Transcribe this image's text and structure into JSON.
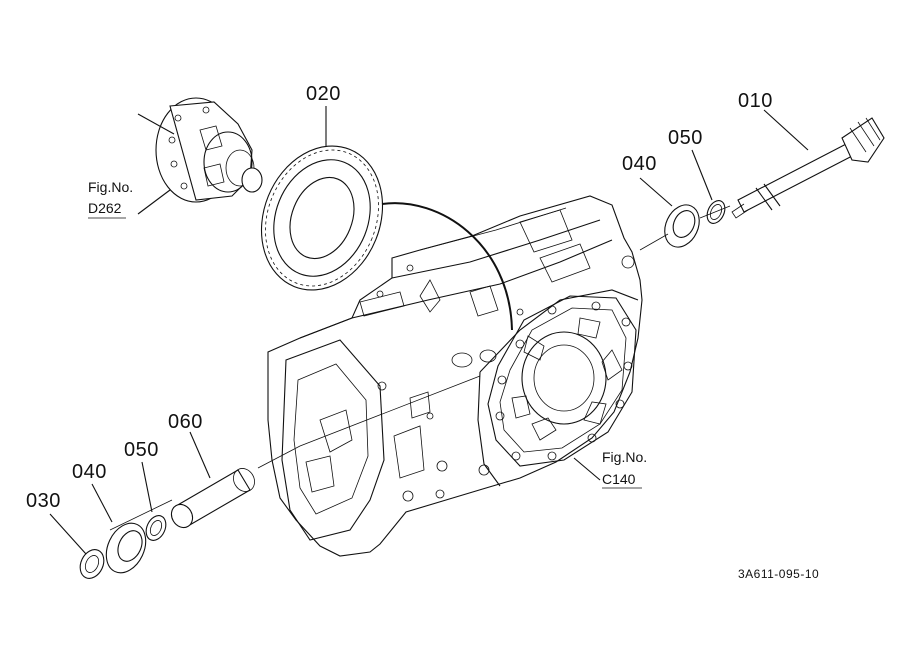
{
  "callouts": {
    "p010": "010",
    "p020": "020",
    "p030": "030",
    "p040_left": "040",
    "p040_right": "040",
    "p050_left": "050",
    "p050_right": "050",
    "p060": "060"
  },
  "figure_refs": {
    "d262_caption": "Fig.No.",
    "d262_number": "D262",
    "c140_caption": "Fig.No.",
    "c140_number": "C140"
  },
  "drawing_code": "3A611-095-10"
}
